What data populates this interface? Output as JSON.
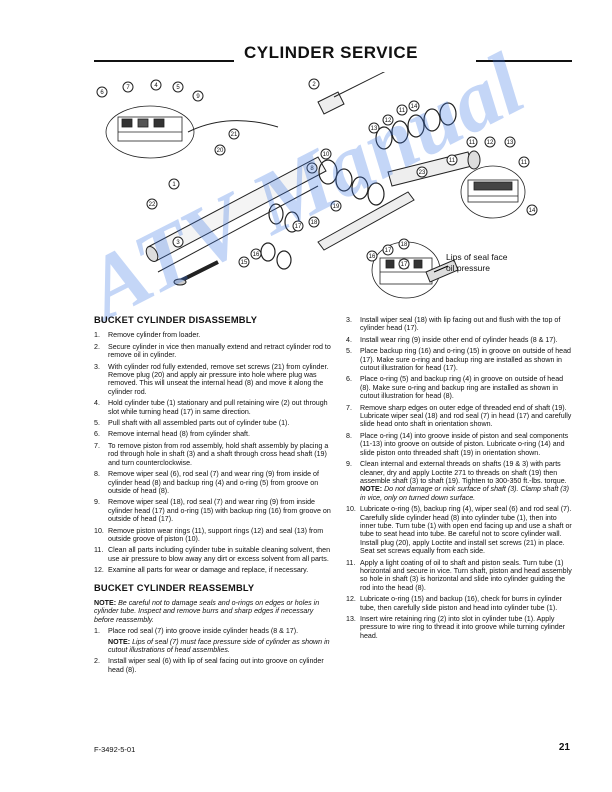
{
  "header": {
    "title": "CYLINDER SERVICE"
  },
  "diagram": {
    "callout_lips": "Lips of seal face oil pressure",
    "labels": [
      "6",
      "7",
      "4",
      "5",
      "9",
      "2",
      "21",
      "20",
      "1",
      "3",
      "22",
      "8",
      "10",
      "11",
      "12",
      "13",
      "14",
      "17",
      "18",
      "19",
      "15",
      "16",
      "23"
    ]
  },
  "disassembly": {
    "heading": "BUCKET CYLINDER DISASSEMBLY",
    "steps": [
      {
        "n": "1.",
        "t": "Remove cylinder from loader."
      },
      {
        "n": "2.",
        "t": "Secure cylinder in vice then manually extend and retract cylinder rod to remove oil in cylinder."
      },
      {
        "n": "3.",
        "t": "With cylinder rod fully extended, remove set screws (21) from cylinder. Remove plug (20) and apply air pressure into hole where plug was removed. This will unseat the internal head (8) and move it along the cylinder rod."
      },
      {
        "n": "4.",
        "t": "Hold cylinder tube (1) stationary and pull retaining wire (2) out through slot while turning head (17) in same direction."
      },
      {
        "n": "5.",
        "t": "Pull shaft with all assembled parts out of cylinder tube (1)."
      },
      {
        "n": "6.",
        "t": "Remove internal head (8) from cylinder shaft."
      },
      {
        "n": "7.",
        "t": "To remove piston from rod assembly, hold shaft assembly by placing a rod through hole in shaft (3) and a shaft through cross head shaft (19) and turn counterclockwise."
      },
      {
        "n": "8.",
        "t": "Remove wiper seal (6), rod seal (7) and wear ring (9) from inside of cylinder head (8) and backup ring (4) and o-ring (5) from groove on outside of head (8)."
      },
      {
        "n": "9.",
        "t": "Remove wiper seal (18), rod seal (7) and wear ring (9) from inside cylinder head (17) and o-ring (15) with backup ring (16) from groove on outside of head (17)."
      },
      {
        "n": "10.",
        "t": "Remove piston wear rings (11), support rings (12) and seal (13) from outside groove of piston (10)."
      },
      {
        "n": "11.",
        "t": "Clean all parts including cylinder tube in suitable cleaning solvent, then use air pressure to blow away any dirt or excess solvent from all parts."
      },
      {
        "n": "12.",
        "t": "Examine all parts for wear or damage and replace, if necessary."
      }
    ]
  },
  "reassembly": {
    "heading": "BUCKET CYLINDER REASSEMBLY",
    "note_label": "NOTE:",
    "note_text": "Be careful not to damage seals and o-rings on edges or holes in cylinder tube. Inspect and remove burrs and sharp edges if necessary before reassembly.",
    "step1": "Place rod seal (7) into groove inside cylinder heads (8 & 17).",
    "step1_note_label": "NOTE:",
    "step1_note_text": "Lips of seal (7) must face pressure side of cylinder as shown in cutout illustrations of head assemblies.",
    "step2": "Install wiper seal (6) with lip of seal facing out into groove on cylinder head (8)."
  },
  "right_steps": [
    {
      "n": "3.",
      "t": "Install wiper seal (18) with lip facing out and flush with the top of cylinder head (17)."
    },
    {
      "n": "4.",
      "t": "Install wear ring (9) inside other end of cylinder heads (8 & 17)."
    },
    {
      "n": "5.",
      "t": "Place backup ring (16) and o-ring (15) in groove on outside of head (17). Make sure o-ring and backup ring are installed as shown in cutout illustration for head (17)."
    },
    {
      "n": "6.",
      "t": "Place o-ring (5) and backup ring (4) in groove on outside of head (8). Make sure o-ring and backup ring are installed as shown in cutout illustration for head (8)."
    },
    {
      "n": "7.",
      "t": "Remove sharp edges on outer edge of threaded end of shaft (19). Lubricate wiper seal (18) and rod seal (7) in head (17) and carefully slide head onto shaft in orientation shown."
    },
    {
      "n": "8.",
      "t": "Place o-ring (14) into groove inside of piston and seal components (11-13) into groove on outside of piston. Lubricate o-ring (14) and slide piston onto threaded shaft (19) in orientation shown."
    },
    {
      "n": "9.",
      "t": "Clean internal and external threads on shafts (19 & 3) with parts cleaner, dry and apply Loctite 271 to threads on shaft (19) then assemble shaft (3) to shaft (19). Tighten to 300-350 ft.-lbs. torque.",
      "note": "NOTE:",
      "note_t": "Do not damage or nick surface of shaft (3). Clamp shaft (3) in vice, only on turned down surface."
    },
    {
      "n": "10.",
      "t": "Lubricate o-ring (5), backup ring (4), wiper seal (6) and rod seal (7). Carefully slide cylinder head (8) into cylinder tube (1), then into inner tube. Turn tube (1) with open end facing up and use a shaft or tube to seat head into tube. Be careful not to score cylinder wall. Install plug (20), apply Loctite and install set screws (21) in place. Seat set screws equally from each side."
    },
    {
      "n": "11.",
      "t": "Apply a light coating of oil to shaft and piston seals. Turn tube (1) horizontal and secure in vice. Turn shaft, piston and head assembly so hole in shaft (3) is horizontal and slide into cylinder guiding the rod into the head (8)."
    },
    {
      "n": "12.",
      "t": "Lubricate o-ring (15) and backup (16), check for burrs in cylinder tube, then carefully slide piston and head into cylinder tube (1)."
    },
    {
      "n": "13.",
      "t": "Insert wire retaining ring (2) into slot in cylinder tube (1). Apply pressure to wire ring to thread it into groove while turning cylinder head."
    }
  ],
  "footer": {
    "code": "F-3492-5-01",
    "page": "21"
  },
  "watermark": "ATV Manual"
}
